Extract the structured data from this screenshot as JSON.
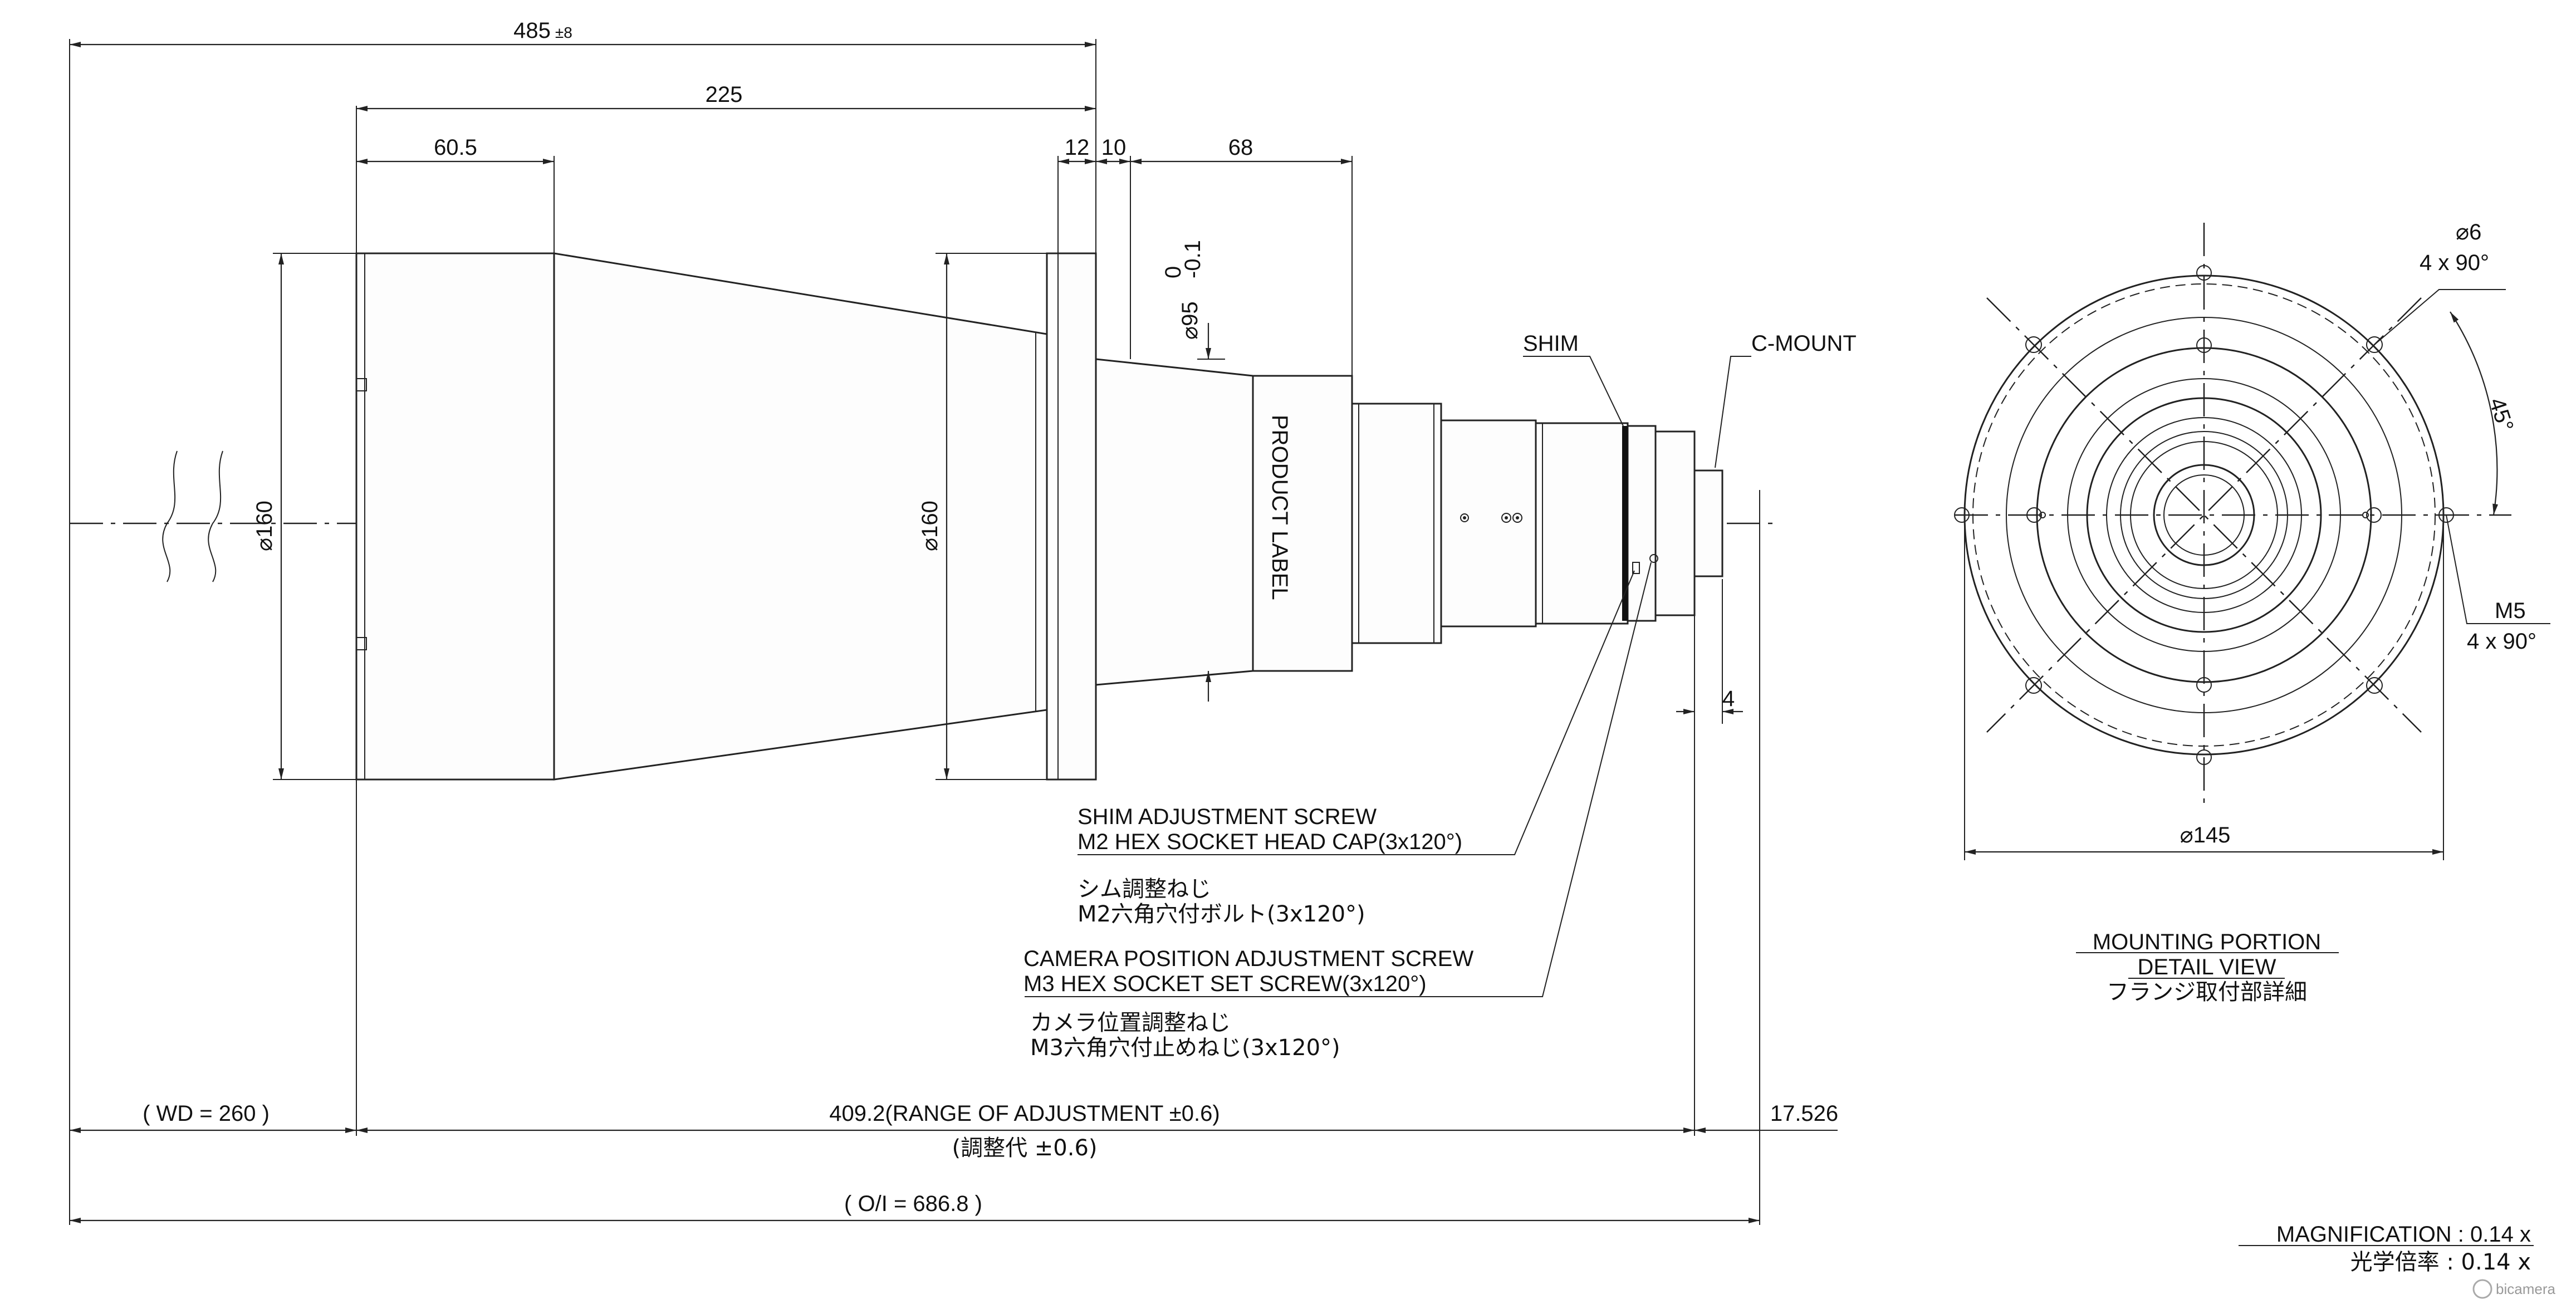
{
  "dims": {
    "total": "485",
    "total_tol": "±8",
    "d225": "225",
    "d60_5": "60.5",
    "d12": "12",
    "d10": "10",
    "d68": "68",
    "dia_flange": "95",
    "dia_flange_tol_upper": "0",
    "dia_flange_tol_lower": "-0.1",
    "dia_front": "160",
    "dia_front2": "160",
    "d4": "4",
    "wd": "WD = 260",
    "range": "409.2(RANGE OF ADJUSTMENT ±0.6)",
    "range_jp": "(調整代 ±0.6)",
    "d17_526": "17.526",
    "oi": "O/I = 686.8",
    "dia_mount": "145",
    "hole6": "6",
    "hole6_qty": "4 x 90°",
    "angle45": "45°",
    "m5": "M5",
    "m5_qty": "4 x 90°"
  },
  "labels": {
    "shim": "SHIM",
    "cmount": "C-MOUNT",
    "product_label": "PRODUCT LABEL",
    "shim_screw_1": "SHIM ADJUSTMENT SCREW",
    "shim_screw_2": "M2 HEX SOCKET HEAD CAP(3x120°)",
    "shim_screw_jp_1": "シム調整ねじ",
    "shim_screw_jp_2": "M2六角穴付ボルト(3x120°)",
    "cam_screw_1": "CAMERA POSITION ADJUSTMENT SCREW",
    "cam_screw_2": "M3 HEX SOCKET SET SCREW(3x120°)",
    "cam_screw_jp_1": "カメラ位置調整ねじ",
    "cam_screw_jp_2": "M3六角穴付止めねじ(3x120°)",
    "detail_1": "MOUNTING PORTION",
    "detail_2": "DETAIL VIEW",
    "detail_jp": "フランジ取付部詳細",
    "magnification": "MAGNIFICATION : 0.14 x",
    "magnification_jp": "光学倍率 : 0.14 x",
    "watermark": "bicamera"
  }
}
